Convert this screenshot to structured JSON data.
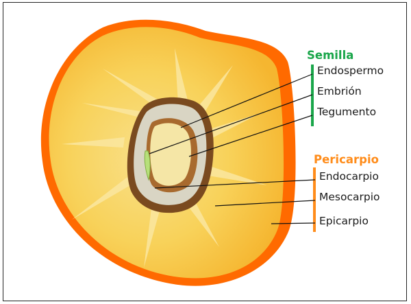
{
  "groups": [
    {
      "title": "Semilla",
      "color": "#1aa64a",
      "parts": [
        "Endospermo",
        "Embrión",
        "Tegumento"
      ]
    },
    {
      "title": "Pericarpio",
      "color": "#ff8c1a",
      "parts": [
        "Endocarpio",
        "Mesocarpio",
        "Epicarpio"
      ]
    }
  ],
  "colors": {
    "epicarp": "#ff6a00",
    "mesocarp": "#ffbf2e",
    "mesocarp_inner": "#f7d676",
    "endocarp": "#7a4a1f",
    "endosperm": "#f5e6a6",
    "embryo": "#b7e07a",
    "tegument": "#a86a2e"
  }
}
